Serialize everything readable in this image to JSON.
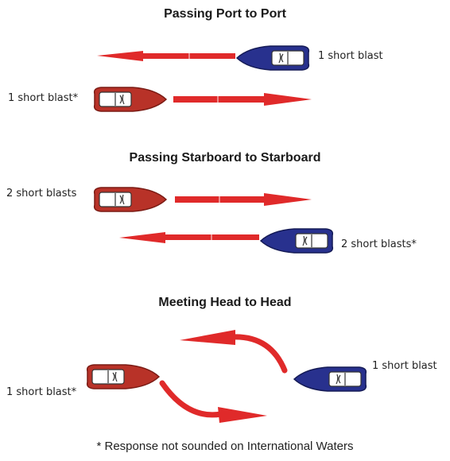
{
  "colors": {
    "arrow": "#e02a2a",
    "red_boat_fill": "#b83228",
    "red_boat_outline": "#7a1b14",
    "blue_boat_fill": "#28318e",
    "blue_boat_outline": "#141a55",
    "deck": "#ffffff"
  },
  "sections": {
    "port": {
      "title": "Passing Port to Port",
      "blue_label": "1 short blast",
      "red_label": "1 short blast*"
    },
    "starboard": {
      "title": "Passing Starboard to Starboard",
      "red_label": "2 short blasts",
      "blue_label": "2 short blasts*"
    },
    "head": {
      "title": "Meeting Head to Head",
      "blue_label": "1 short blast",
      "red_label": "1 short blast*"
    }
  },
  "footnote": "* Response not sounded on International Waters"
}
